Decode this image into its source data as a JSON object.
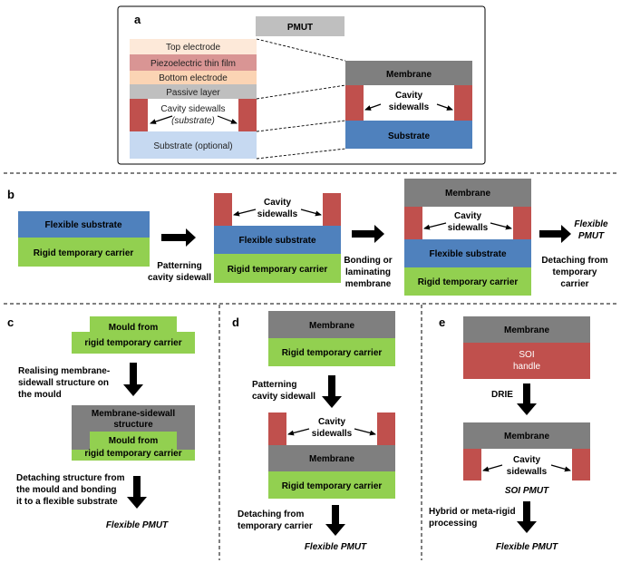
{
  "panel_a": {
    "letter": "a",
    "pmut_label": "PMUT",
    "layers": {
      "top_electrode": "Top electrode",
      "piezo_film": "Piezoelectric thin film",
      "bottom_electrode": "Bottom electrode",
      "passive_layer": "Passive layer",
      "cavity_line1": "Cavity sidewalls",
      "cavity_line2": "(substrate)",
      "substrate": "Substrate (optional)"
    },
    "membrane": "Membrane",
    "cavity_line1": "Cavity",
    "cavity_line2": "sidewalls",
    "substrate_right": "Substrate"
  },
  "panel_b": {
    "letter": "b",
    "flexible_substrate": "Flexible substrate",
    "rigid_carrier": "Rigid temporary carrier",
    "step1_line1": "Patterning",
    "step1_line2": "cavity sidewall",
    "cavity_line1": "Cavity",
    "cavity_line2": "sidewalls",
    "step2_line1": "Bonding or",
    "step2_line2": "laminating",
    "step2_line3": "membrane",
    "membrane": "Membrane",
    "result_line1": "Flexible",
    "result_line2": "PMUT",
    "step3_line1": "Detaching from",
    "step3_line2": "temporary",
    "step3_line3": "carrier"
  },
  "panel_c": {
    "letter": "c",
    "mould_line1": "Mould from",
    "mould_line2": "rigid temporary carrier",
    "step1_line1": "Realising membrane-",
    "step1_line2": "sidewall structure on",
    "step1_line3": "the mould",
    "structure_line1": "Membrane-sidewall",
    "structure_line2": "structure",
    "mould2_line1": "Mould from",
    "mould2_line2": "rigid temporary carrier",
    "step2_line1": "Detaching structure from",
    "step2_line2": "the mould and bonding",
    "step2_line3": "it to a flexible substrate",
    "result": "Flexible PMUT"
  },
  "panel_d": {
    "letter": "d",
    "membrane": "Membrane",
    "rigid_carrier": "Rigid temporary carrier",
    "step1_line1": "Patterning",
    "step1_line2": "cavity sidewall",
    "cavity_line1": "Cavity",
    "cavity_line2": "sidewalls",
    "membrane2": "Membrane",
    "rigid_carrier2": "Rigid temporary carrier",
    "step2_line1": "Detaching from",
    "step2_line2": "temporary carrier",
    "result": "Flexible PMUT"
  },
  "panel_e": {
    "letter": "e",
    "membrane": "Membrane",
    "soi_line1": "SOI",
    "soi_line2": "handle",
    "step1": "DRIE",
    "membrane2": "Membrane",
    "cavity_line1": "Cavity",
    "cavity_line2": "sidewalls",
    "soi_pmut": "SOI PMUT",
    "step2_line1": "Hybrid or meta-rigid",
    "step2_line2": "processing",
    "result": "Flexible PMUT"
  },
  "colors": {
    "membrane": "#7f7f7f",
    "sidewall": "#c0504d",
    "substrate_blue": "#4f81bd",
    "carrier_green": "#92d050",
    "top_electrode": "#fde9d9",
    "piezo": "#d99594",
    "bottom_electrode": "#fbd4b4",
    "passive": "#bfbfbf",
    "substrate_light": "#c6d9f1",
    "pmut_header": "#bfbfbf"
  }
}
